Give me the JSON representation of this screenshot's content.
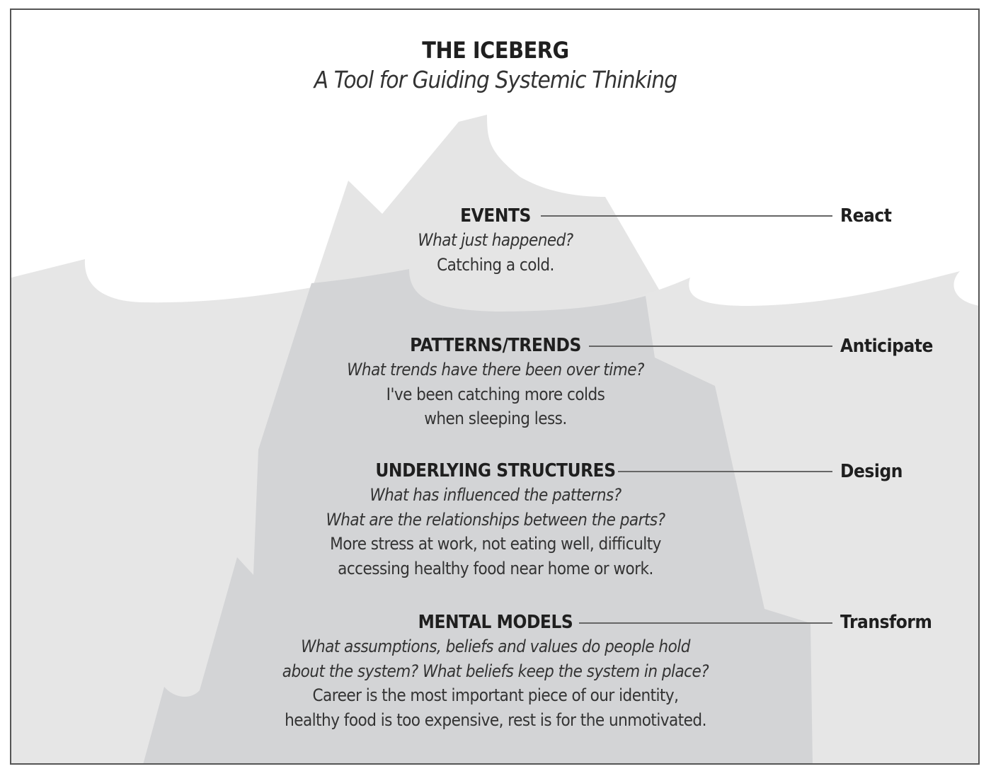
{
  "header": {
    "title": "THE ICEBERG",
    "subtitle": "A Tool for Guiding Systemic Thinking"
  },
  "levels": [
    {
      "heading": "EVENTS",
      "lines": [
        {
          "text": "What just happened?",
          "style": "question"
        },
        {
          "text": "Catching a cold.",
          "style": "example"
        }
      ],
      "action": "React",
      "zone": "above-water"
    },
    {
      "heading": "PATTERNS/TRENDS",
      "lines": [
        {
          "text": "What trends have there been over time?",
          "style": "question"
        },
        {
          "text": "I've been catching more colds",
          "style": "example"
        },
        {
          "text": "when sleeping less.",
          "style": "example"
        }
      ],
      "action": "Anticipate",
      "zone": "below-water"
    },
    {
      "heading": "UNDERLYING STRUCTURES",
      "lines": [
        {
          "text": "What has influenced the patterns?",
          "style": "question"
        },
        {
          "text": "What are the relationships between the parts?",
          "style": "question"
        },
        {
          "text": "More stress at work, not eating well, difficulty",
          "style": "example"
        },
        {
          "text": "accessing healthy food near home or work.",
          "style": "example"
        }
      ],
      "action": "Design",
      "zone": "below-water"
    },
    {
      "heading": "MENTAL MODELS",
      "lines": [
        {
          "text": "What assumptions, beliefs and values do people hold",
          "style": "question"
        },
        {
          "text": "about the system? What beliefs keep the system in place?",
          "style": "question"
        },
        {
          "text": "Career is the most important piece of our identity,",
          "style": "example"
        },
        {
          "text": "healthy food is too expensive, rest is for the unmotivated.",
          "style": "example"
        }
      ],
      "action": "Transform",
      "zone": "below-water"
    }
  ],
  "colors": {
    "sky": "#ffffff",
    "iceberg_above": "#e5e5e5",
    "ocean": "#e6e6e6",
    "iceberg_below": "#d3d4d6",
    "frame": "#555555",
    "leader_line": "#666666",
    "text_dark": "#1f1f1f",
    "text_body": "#333333"
  }
}
